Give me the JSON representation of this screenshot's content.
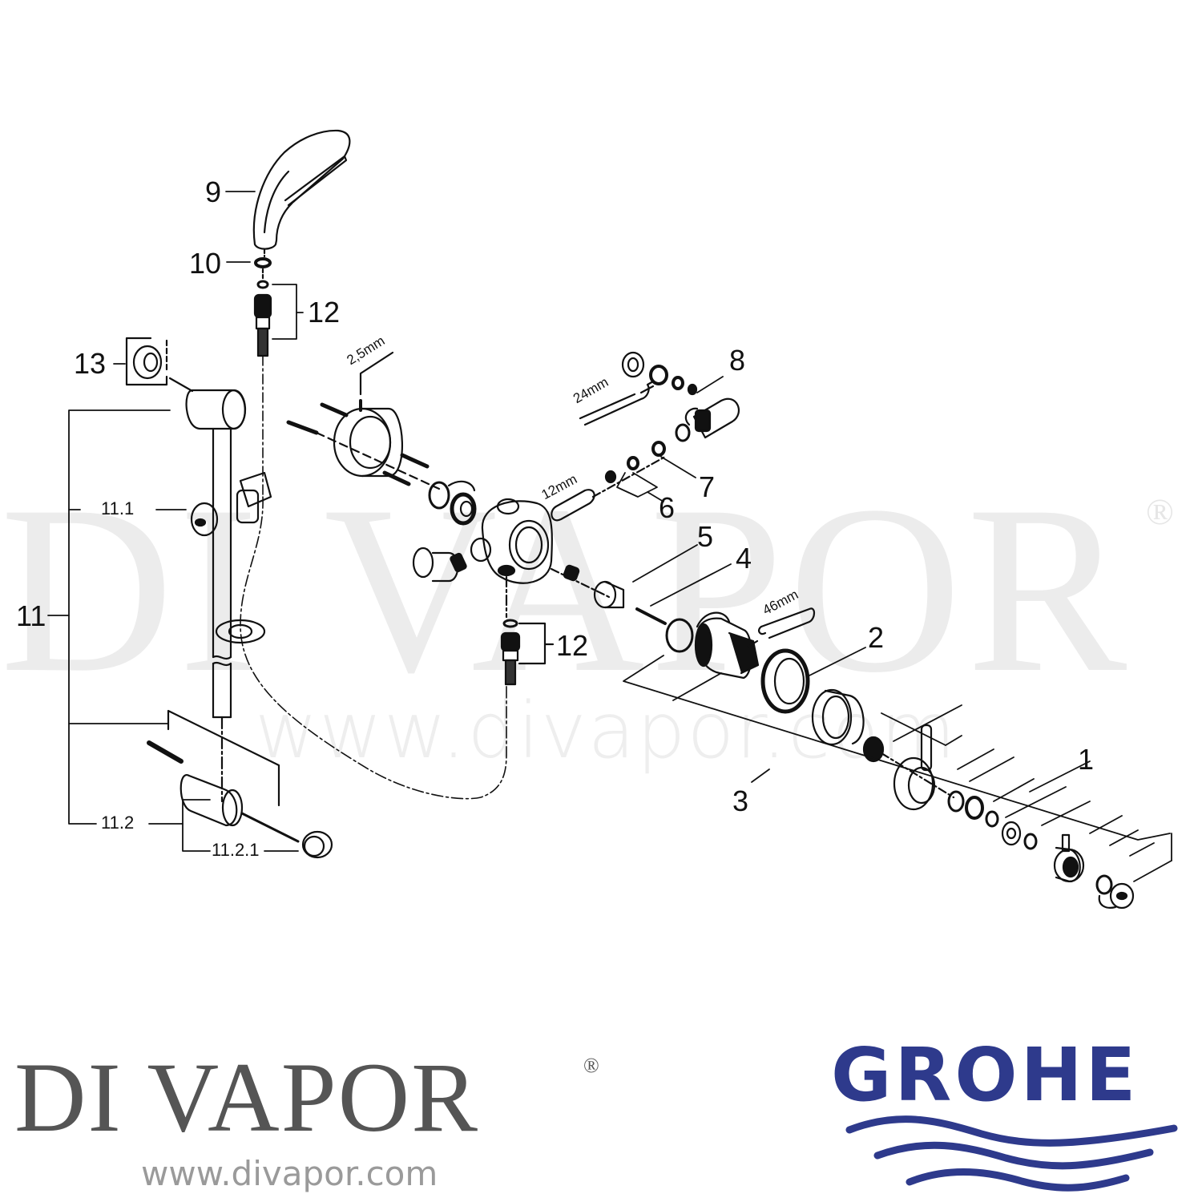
{
  "watermark": {
    "brand": "DI VAPOR",
    "registered": "®",
    "url": "www.divapor.com"
  },
  "parts": {
    "p1": "1",
    "p2": "2",
    "p3": "3",
    "p4": "4",
    "p5": "5",
    "p6": "6",
    "p7": "7",
    "p8": "8",
    "p9": "9",
    "p10": "10",
    "p11": "11",
    "p11_1": "11.1",
    "p11_2": "11.2",
    "p11_2_1": "11.2.1",
    "p12_top": "12",
    "p12_bottom": "12",
    "p13": "13"
  },
  "tool_sizes": {
    "hex_key": "2,5mm",
    "spanner_small": "24mm",
    "spacer": "12mm",
    "spanner_large": "46mm"
  },
  "footer": {
    "brand_left": "DI VAPOR",
    "brand_left_registered": "®",
    "brand_left_url": "www.divapor.com",
    "brand_right": "GROHE"
  },
  "colors": {
    "line": "#111111",
    "grohe_blue": "#2e3a8c",
    "divapor_grey": "#555555",
    "url_grey": "#9a9a9a",
    "watermark": "#ececec"
  }
}
